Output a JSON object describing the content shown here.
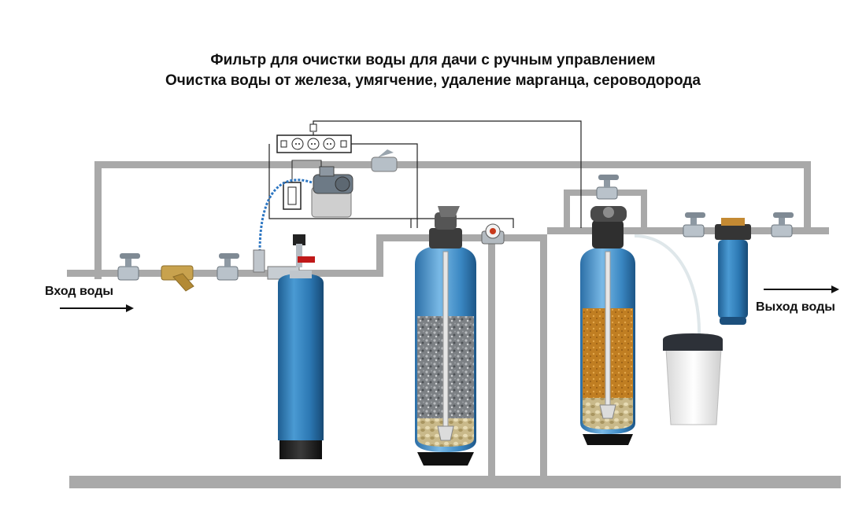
{
  "title": {
    "line1": "Фильтр для очистки воды для дачи с ручным управлением",
    "line2": "Очистка воды от железа, умягчение, удаление марганца, сероводорода"
  },
  "labels": {
    "inlet": "Вход воды",
    "outlet": "Выход воды"
  },
  "colors": {
    "pipe": "#a9a9a9",
    "tank_blue": "#2e78b0",
    "iron_media": "#8c8c8c",
    "softener_media": "#c88a2a",
    "gravel": "#d8c79a",
    "brine_tank": "#f2f2f2"
  },
  "components": {
    "inlet_valve": "ball-valve-icon",
    "strainer": "y-strainer-icon",
    "compressor": "compressor-icon",
    "aeration_tank": "aeration-tank",
    "deferrization_tank": "iron-removal-filter",
    "softener_tank": "softener-filter",
    "brine_tank": "salt-brine-tank",
    "cartridge_filter": "cartridge-filter",
    "outlet_valve": "ball-valve-icon"
  }
}
